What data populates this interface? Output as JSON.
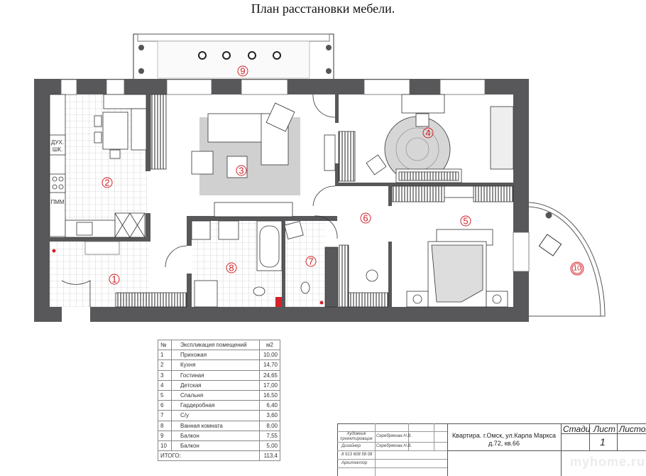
{
  "title": "План расстановки мебели.",
  "plan": {
    "kitchen_labels": {
      "oven": "ДУХ.",
      "oven2": "ШК.",
      "dishwasher": "ПММ"
    },
    "room_markers": [
      "1",
      "2",
      "3",
      "4",
      "5",
      "6",
      "7",
      "8",
      "9",
      "10"
    ]
  },
  "explication": {
    "headers": {
      "num": "№",
      "name": "Экспликация помещений",
      "area": "м2"
    },
    "rooms": [
      {
        "num": "1",
        "name": "Прихожая",
        "area": "10,00"
      },
      {
        "num": "2",
        "name": "Кухня",
        "area": "14,70"
      },
      {
        "num": "3",
        "name": "Гостиная",
        "area": "24,65"
      },
      {
        "num": "4",
        "name": "Детская",
        "area": "17,00"
      },
      {
        "num": "5",
        "name": "Спальня",
        "area": "16,50"
      },
      {
        "num": "6",
        "name": "Гардеробная",
        "area": "6,40"
      },
      {
        "num": "7",
        "name": "С/у",
        "area": "3,60"
      },
      {
        "num": "8",
        "name": "Ванная комната",
        "area": "8,00"
      },
      {
        "num": "9",
        "name": "Балкон",
        "area": "7,55"
      },
      {
        "num": "10",
        "name": "Балкон",
        "area": "5,00"
      }
    ],
    "total_label": "ИТОГО:",
    "total": "113,4"
  },
  "stamp": {
    "role1": "Художник проектировщик",
    "name1": "Серебрякова Н.В.",
    "role2": "Дизайнер",
    "name2": "Серебрякова Н.В.",
    "phone": "8 913 608 58 08",
    "role3": "Архитектор",
    "address": "Квартира. г.Омск, ул.Карла Маркса д.72, кв.66",
    "stage_label": "Стади",
    "sheet_label": "Лист",
    "sheets_label": "Листов",
    "sheet": "1",
    "watermark": "myhome.ru"
  }
}
